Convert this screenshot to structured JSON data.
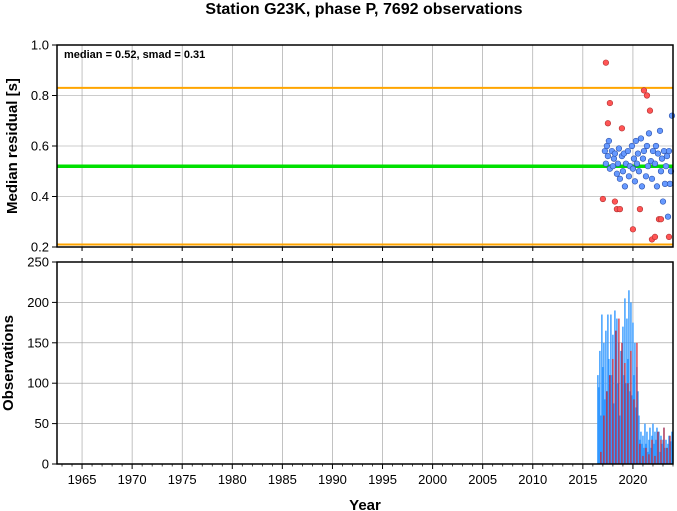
{
  "title": "Station G23K, phase P, 7692 observations",
  "colors": {
    "median_line": "#00e000",
    "smad_lines": "#ffa500",
    "point_normal": "#6699ff",
    "point_outlier": "#ff5555",
    "bars_blue": "#3399ff",
    "bars_red": "#cc2233",
    "grid": "#9a9a9a"
  },
  "chart_data": [
    {
      "type": "scatter",
      "annotation": "median = 0.52, smad = 0.31",
      "ylabel": "Median residual [s]",
      "xlim": [
        1962.5,
        2024
      ],
      "ylim": [
        0.2,
        1.0
      ],
      "yticks": [
        0.2,
        0.4,
        0.6,
        0.8,
        1.0
      ],
      "ytick_labels": [
        "0.2",
        "0.4",
        "0.6",
        "0.8",
        "1.0"
      ],
      "grid": true,
      "median": 0.52,
      "band": [
        0.21,
        0.83
      ],
      "points_normal": [
        [
          2017.2,
          0.58
        ],
        [
          2017.3,
          0.53
        ],
        [
          2017.4,
          0.6
        ],
        [
          2017.5,
          0.56
        ],
        [
          2017.6,
          0.62
        ],
        [
          2017.7,
          0.51
        ],
        [
          2017.9,
          0.58
        ],
        [
          2018.0,
          0.52
        ],
        [
          2018.1,
          0.55
        ],
        [
          2018.2,
          0.57
        ],
        [
          2018.4,
          0.49
        ],
        [
          2018.5,
          0.53
        ],
        [
          2018.6,
          0.59
        ],
        [
          2018.7,
          0.47
        ],
        [
          2018.9,
          0.56
        ],
        [
          2019.0,
          0.5
        ],
        [
          2019.1,
          0.57
        ],
        [
          2019.2,
          0.44
        ],
        [
          2019.3,
          0.53
        ],
        [
          2019.5,
          0.58
        ],
        [
          2019.6,
          0.48
        ],
        [
          2019.7,
          0.52
        ],
        [
          2019.9,
          0.6
        ],
        [
          2020.0,
          0.51
        ],
        [
          2020.1,
          0.55
        ],
        [
          2020.2,
          0.46
        ],
        [
          2020.3,
          0.62
        ],
        [
          2020.4,
          0.53
        ],
        [
          2020.5,
          0.57
        ],
        [
          2020.6,
          0.5
        ],
        [
          2020.8,
          0.63
        ],
        [
          2020.9,
          0.44
        ],
        [
          2021.0,
          0.55
        ],
        [
          2021.1,
          0.58
        ],
        [
          2021.3,
          0.48
        ],
        [
          2021.4,
          0.6
        ],
        [
          2021.5,
          0.52
        ],
        [
          2021.6,
          0.65
        ],
        [
          2021.8,
          0.54
        ],
        [
          2021.9,
          0.47
        ],
        [
          2022.0,
          0.58
        ],
        [
          2022.2,
          0.53
        ],
        [
          2022.3,
          0.6
        ],
        [
          2022.4,
          0.44
        ],
        [
          2022.5,
          0.57
        ],
        [
          2022.7,
          0.66
        ],
        [
          2022.8,
          0.5
        ],
        [
          2022.9,
          0.55
        ],
        [
          2023.0,
          0.38
        ],
        [
          2023.1,
          0.58
        ],
        [
          2023.2,
          0.45
        ],
        [
          2023.3,
          0.52
        ],
        [
          2023.4,
          0.56
        ],
        [
          2023.5,
          0.32
        ],
        [
          2023.6,
          0.58
        ],
        [
          2023.7,
          0.45
        ],
        [
          2023.8,
          0.5
        ],
        [
          2023.9,
          0.72
        ]
      ],
      "points_outlier": [
        [
          2017.0,
          0.39
        ],
        [
          2017.3,
          0.93
        ],
        [
          2017.5,
          0.69
        ],
        [
          2017.7,
          0.77
        ],
        [
          2018.2,
          0.38
        ],
        [
          2018.4,
          0.35
        ],
        [
          2018.7,
          0.35
        ],
        [
          2018.9,
          0.67
        ],
        [
          2020.0,
          0.27
        ],
        [
          2020.7,
          0.35
        ],
        [
          2021.1,
          0.82
        ],
        [
          2021.4,
          0.8
        ],
        [
          2021.7,
          0.74
        ],
        [
          2021.9,
          0.23
        ],
        [
          2022.2,
          0.24
        ],
        [
          2022.6,
          0.31
        ],
        [
          2022.8,
          0.31
        ],
        [
          2023.6,
          0.24
        ]
      ]
    },
    {
      "type": "bar",
      "xlabel": "Year",
      "ylabel": "Observations",
      "xlim": [
        1962.5,
        2024
      ],
      "ylim": [
        0,
        250
      ],
      "yticks": [
        0,
        50,
        100,
        150,
        200,
        250
      ],
      "ytick_labels": [
        "0",
        "50",
        "100",
        "150",
        "200",
        "250"
      ],
      "xticks": [
        1965,
        1970,
        1975,
        1980,
        1985,
        1990,
        1995,
        2000,
        2005,
        2010,
        2015,
        2020
      ],
      "xtick_labels": [
        "1965",
        "1970",
        "1975",
        "1980",
        "1985",
        "1990",
        "1995",
        "2000",
        "2005",
        "2010",
        "2015",
        "2020"
      ],
      "grid": true,
      "series": [
        {
          "x": [
            2016.5,
            2016.6,
            2016.7,
            2016.8,
            2016.9,
            2017.0,
            2017.1,
            2017.2,
            2017.3,
            2017.4,
            2017.5,
            2017.6,
            2017.7,
            2017.8,
            2017.9,
            2018.0,
            2018.1,
            2018.2,
            2018.3,
            2018.4,
            2018.5,
            2018.6,
            2018.7,
            2018.8,
            2018.9,
            2019.0,
            2019.1,
            2019.2,
            2019.3,
            2019.4,
            2019.5,
            2019.6,
            2019.7,
            2019.8,
            2019.9,
            2020.0,
            2020.1,
            2020.2,
            2020.3,
            2020.4,
            2020.5,
            2020.6,
            2020.7,
            2020.8,
            2020.9,
            2021.0,
            2021.1,
            2021.2,
            2021.3,
            2021.4,
            2021.5,
            2021.6,
            2021.7,
            2021.8,
            2021.9,
            2022.0,
            2022.1,
            2022.2,
            2022.3,
            2022.4,
            2022.5,
            2022.6,
            2022.7,
            2022.8,
            2022.9,
            2023.0,
            2023.1,
            2023.2,
            2023.3,
            2023.4,
            2023.5,
            2023.6,
            2023.7,
            2023.8,
            2023.9
          ],
          "values": [
            110,
            95,
            140,
            60,
            185,
            120,
            150,
            80,
            165,
            90,
            185,
            130,
            70,
            185,
            110,
            160,
            75,
            190,
            120,
            180,
            100,
            150,
            60,
            140,
            90,
            170,
            110,
            205,
            100,
            180,
            130,
            215,
            90,
            200,
            85,
            175,
            110,
            150,
            70,
            120,
            90,
            60,
            30,
            40,
            25,
            35,
            20,
            50,
            25,
            40,
            15,
            30,
            45,
            20,
            35,
            50,
            25,
            40,
            30,
            45,
            20,
            40,
            15,
            35,
            25,
            30,
            45,
            20,
            30,
            15,
            25,
            35,
            20,
            28,
            40
          ]
        },
        {
          "x": [
            2016.8,
            2017.1,
            2017.4,
            2017.7,
            2018.0,
            2018.3,
            2018.6,
            2018.9,
            2019.2,
            2019.5,
            2019.8,
            2020.1,
            2020.4,
            2020.7,
            2021.0,
            2021.3,
            2021.6,
            2021.9,
            2022.2,
            2022.5,
            2022.8,
            2023.1,
            2023.4,
            2023.7
          ],
          "values": [
            15,
            60,
            90,
            110,
            130,
            165,
            180,
            150,
            125,
            100,
            140,
            80,
            150,
            25,
            10,
            20,
            12,
            30,
            10,
            40,
            30,
            45,
            20,
            35
          ]
        }
      ]
    }
  ]
}
